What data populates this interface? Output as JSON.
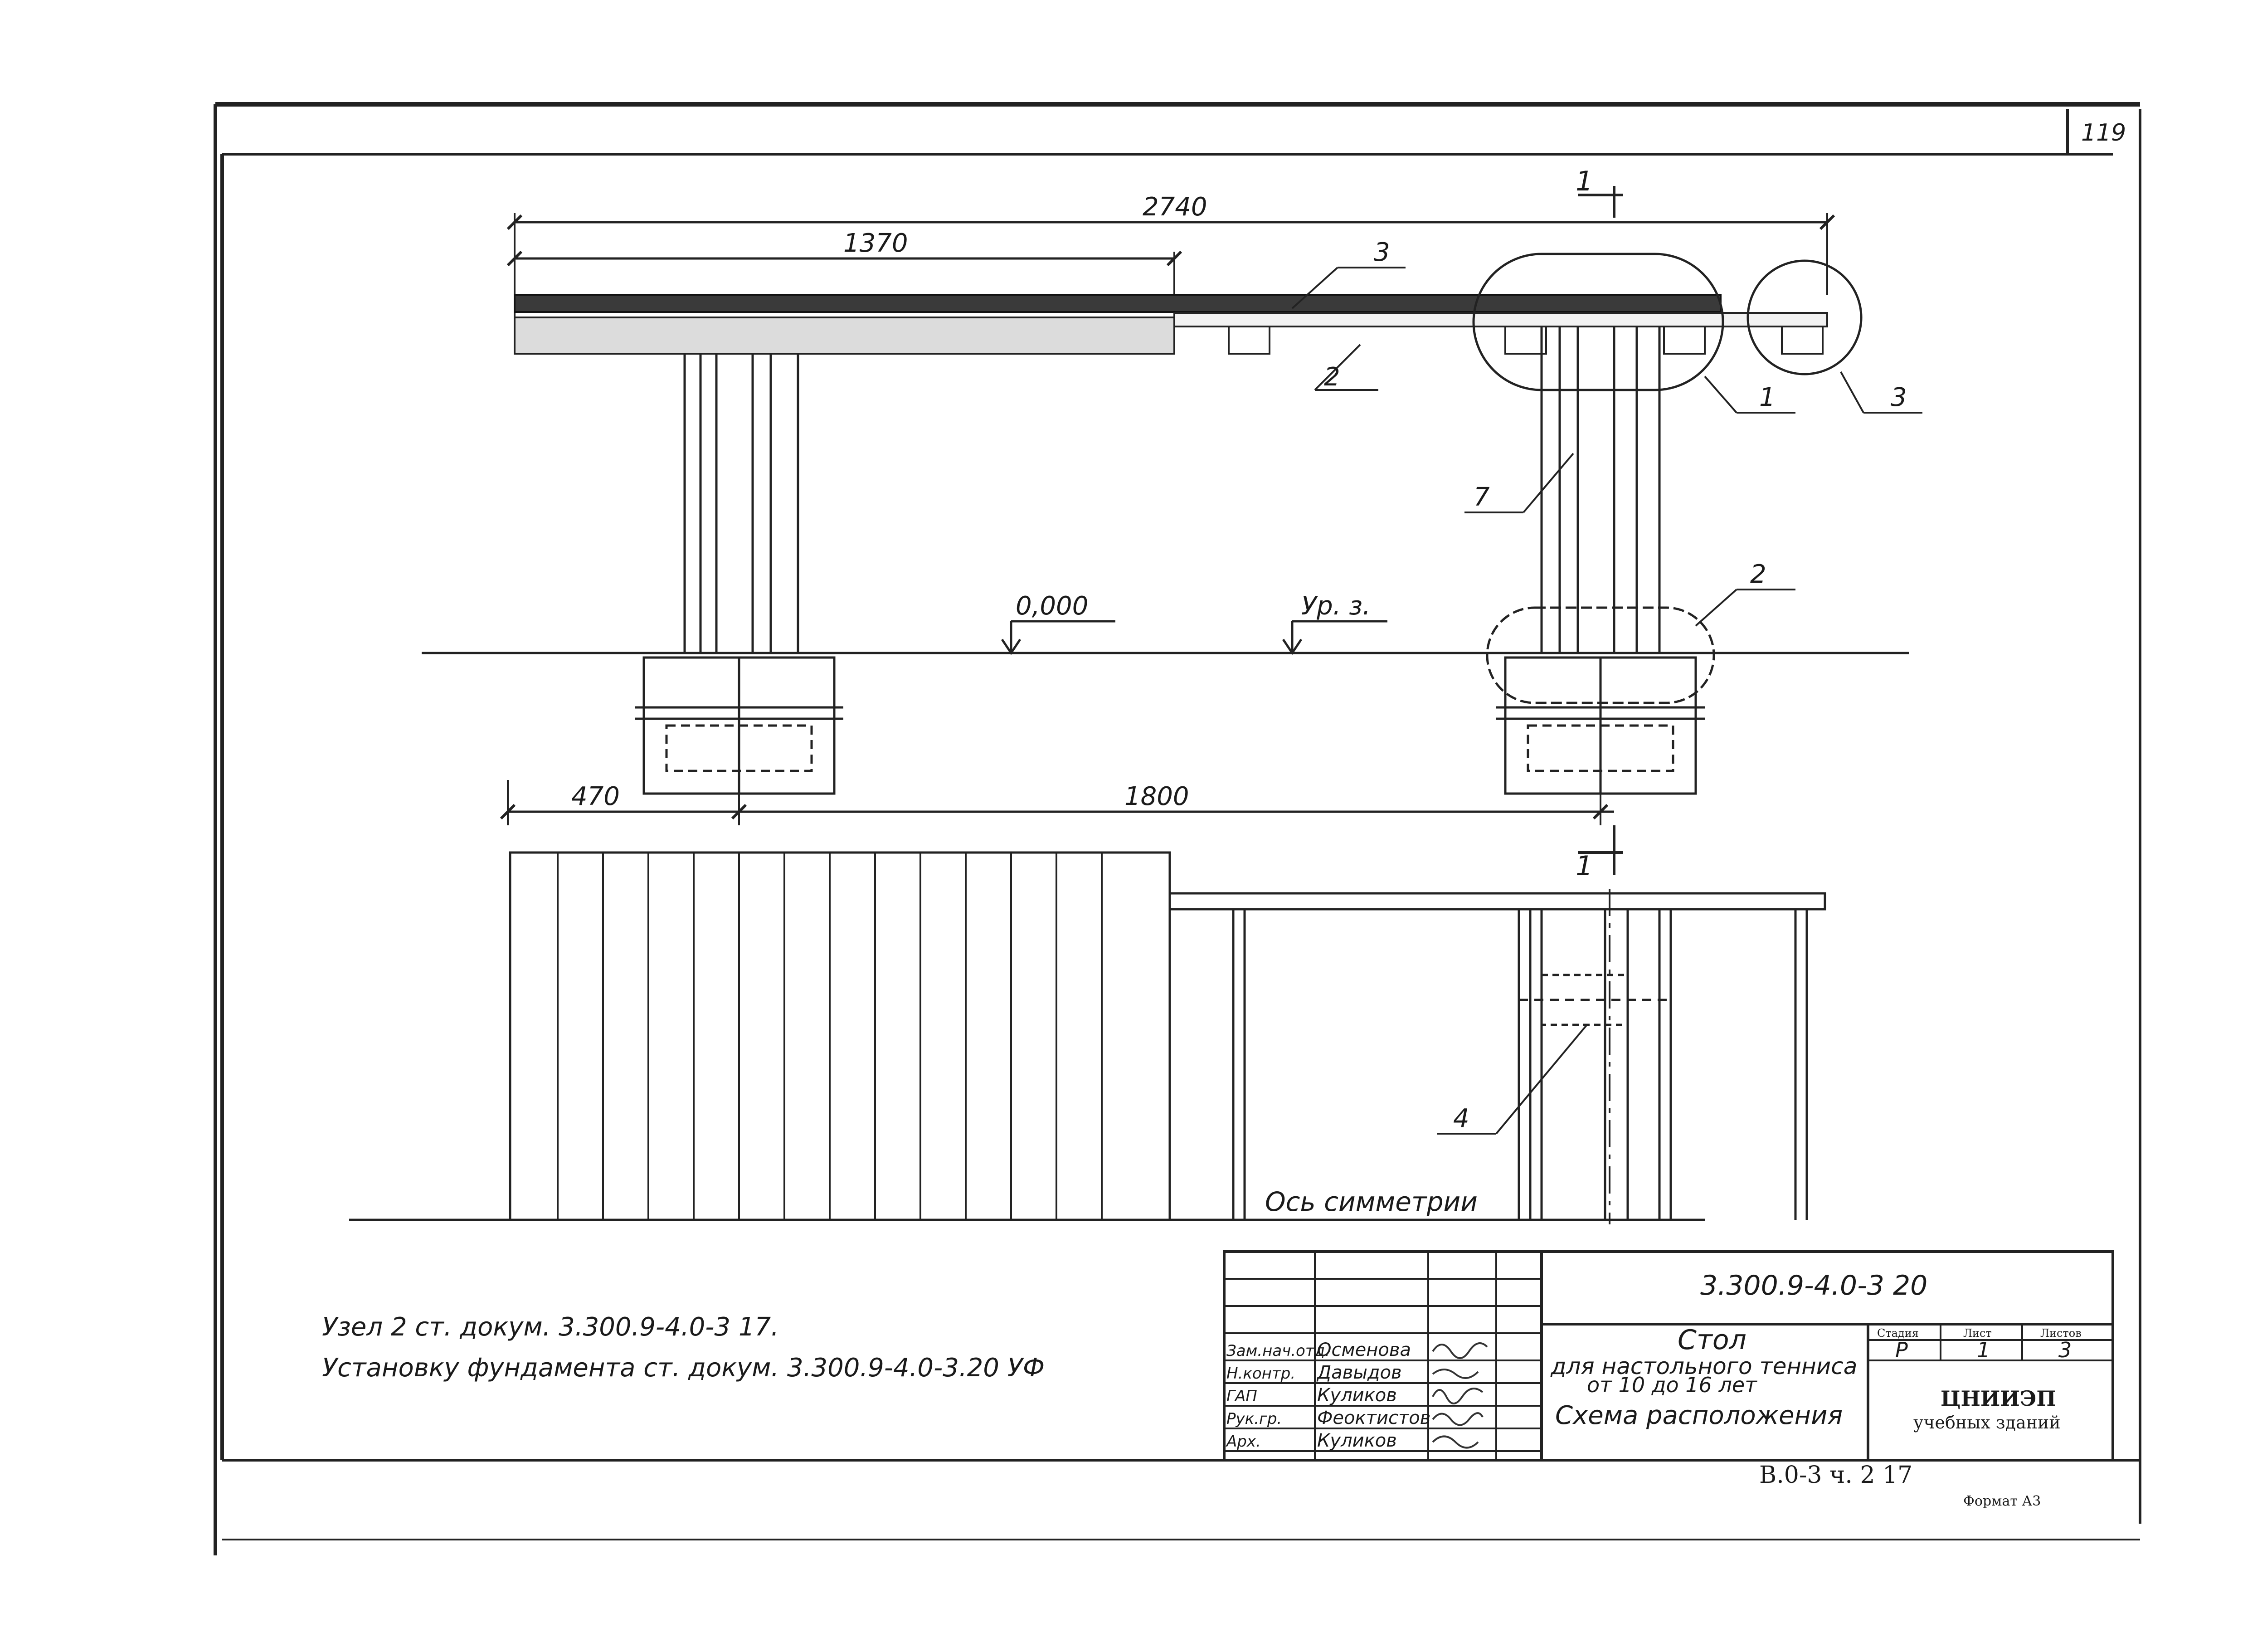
{
  "sheet": {
    "page_number": "119",
    "format_label": "Формат А3"
  },
  "plan_view": {
    "dim_total": "2740",
    "dim_half": "1370",
    "dim_left_offset": "470",
    "dim_span": "1800",
    "section_mark_top": "1",
    "section_mark_bottom": "1",
    "level_zero": "0,000",
    "level_ground": "Ур. з.",
    "callouts": {
      "top_3": "3",
      "top_2": "2",
      "node_1": "1",
      "node_3": "3",
      "leg_7": "7",
      "node_2": "2"
    }
  },
  "elevation_view": {
    "callout_4": "4",
    "symmetry_axis": "Ось симметрии"
  },
  "notes": {
    "line1": "Узел 2 ст. докум. 3.300.9-4.0-3 17.",
    "line2": "Установку фундамента ст. докум. 3.300.9-4.0-3.20 УФ"
  },
  "title_block": {
    "code": "3.300.9-4.0-3 20",
    "title_line1": "Стол",
    "title_line2": "для настольного тенниса",
    "title_line3": "от 10 до 16 лет",
    "title_line4": "Схема расположения",
    "stage_header": "Стадия",
    "sheet_header": "Лист",
    "sheets_header": "Листов",
    "stage_value": "Р",
    "sheet_value": "1",
    "sheets_value": "3",
    "org_line1": "ЦНИИЭП",
    "org_line2": "учебных зданий",
    "roles": [
      {
        "role": "Зам.нач.отд.",
        "name": "Осменова"
      },
      {
        "role": "Н.контр.",
        "name": "Давыдов"
      },
      {
        "role": "ГАП",
        "name": "Куликов"
      },
      {
        "role": "Рук.гр.",
        "name": "Феоктистов"
      },
      {
        "role": "Арх.",
        "name": "Куликов"
      }
    ],
    "archive_code": "В.0-3  ч. 2   17"
  }
}
